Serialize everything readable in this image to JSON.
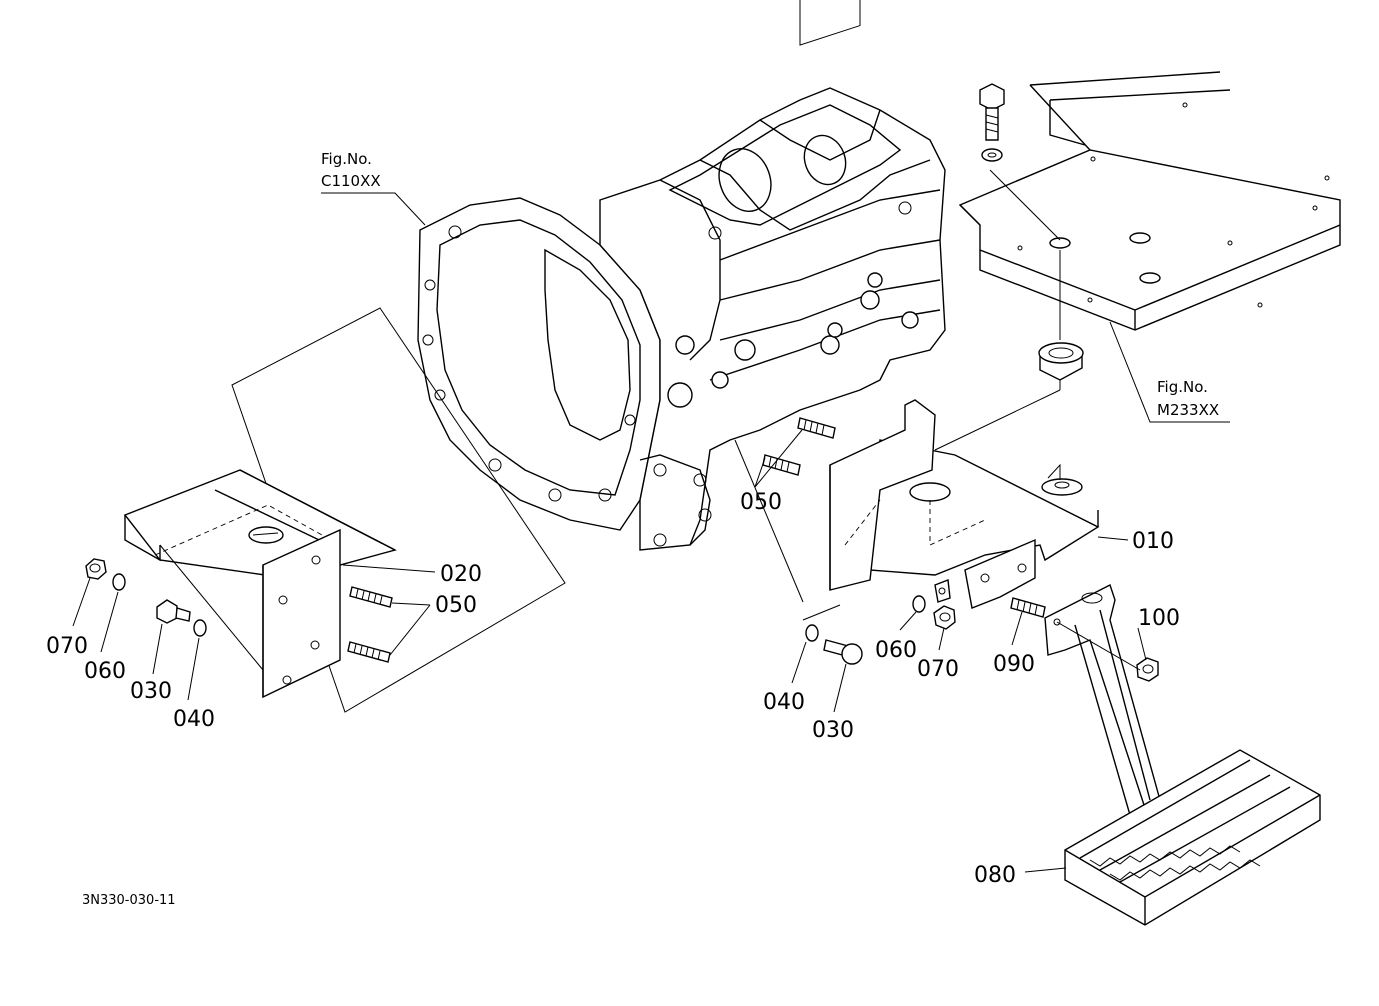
{
  "diagram": {
    "drawing_id": "3N330-030-11",
    "figure_refs": [
      {
        "id": "c110",
        "line1": "Fig.No.",
        "line2": "C110XX"
      },
      {
        "id": "m233",
        "line1": "Fig.No.",
        "line2": "M233XX"
      }
    ],
    "part_labels": {
      "p010": "010",
      "p020": "020",
      "p030_left": "030",
      "p030_right": "030",
      "p040_left": "040",
      "p040_right": "040",
      "p050_left": "050",
      "p050_center": "050",
      "p060_left": "060",
      "p060_right": "060",
      "p070_left": "070",
      "p070_right": "070",
      "p080": "080",
      "p090": "090",
      "p100": "100"
    }
  }
}
